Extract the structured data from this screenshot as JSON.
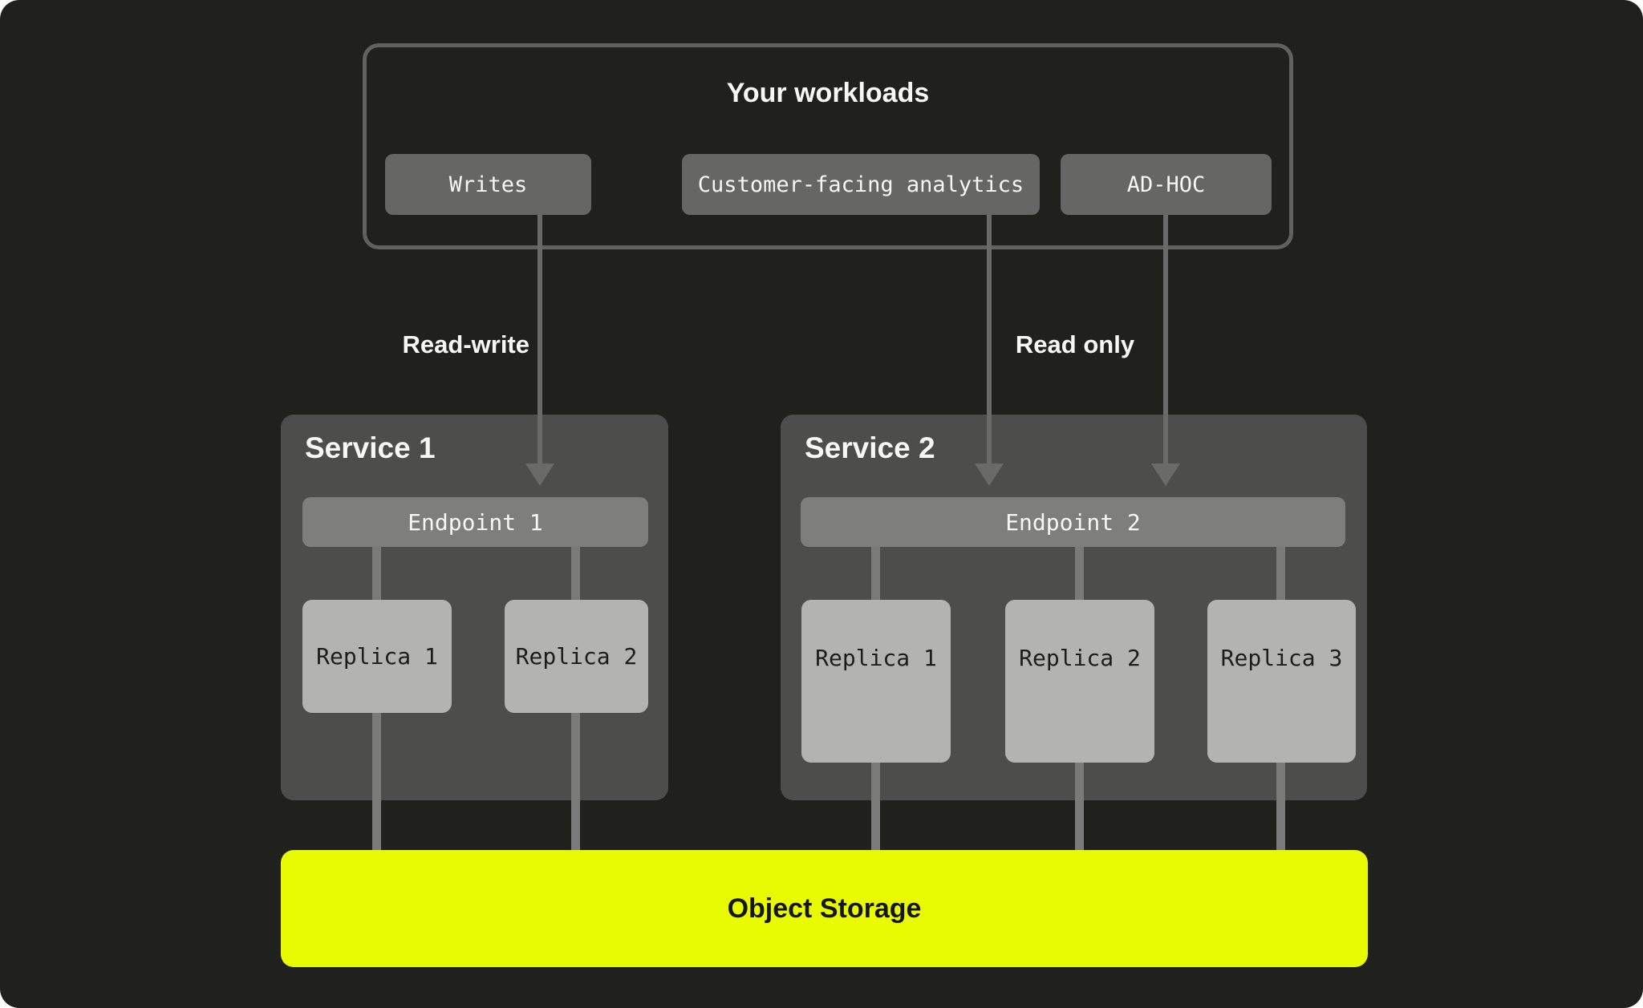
{
  "workloads": {
    "title": "Your workloads",
    "items": [
      {
        "label": "Writes"
      },
      {
        "label": "Customer-facing analytics"
      },
      {
        "label": "AD-HOC"
      }
    ]
  },
  "edges": {
    "read_write_label": "Read-write",
    "read_only_label": "Read only"
  },
  "services": [
    {
      "title": "Service 1",
      "endpoint": "Endpoint 1",
      "replicas": [
        "Replica 1",
        "Replica 2"
      ]
    },
    {
      "title": "Service 2",
      "endpoint": "Endpoint 2",
      "replicas": [
        "Replica 1",
        "Replica 2",
        "Replica 3"
      ]
    }
  ],
  "storage": {
    "label": "Object Storage",
    "color": "#e9fb00"
  },
  "colors": {
    "background": "#20211c",
    "service_box": "#4d4e4c",
    "endpoint_bar": "#7e7f7d",
    "replica_box": "#b3b3b1",
    "workload_pill": "#666664",
    "arrow": "#6a6a68",
    "connector": "#7a7a78",
    "storage_accent": "#e9fb00"
  }
}
